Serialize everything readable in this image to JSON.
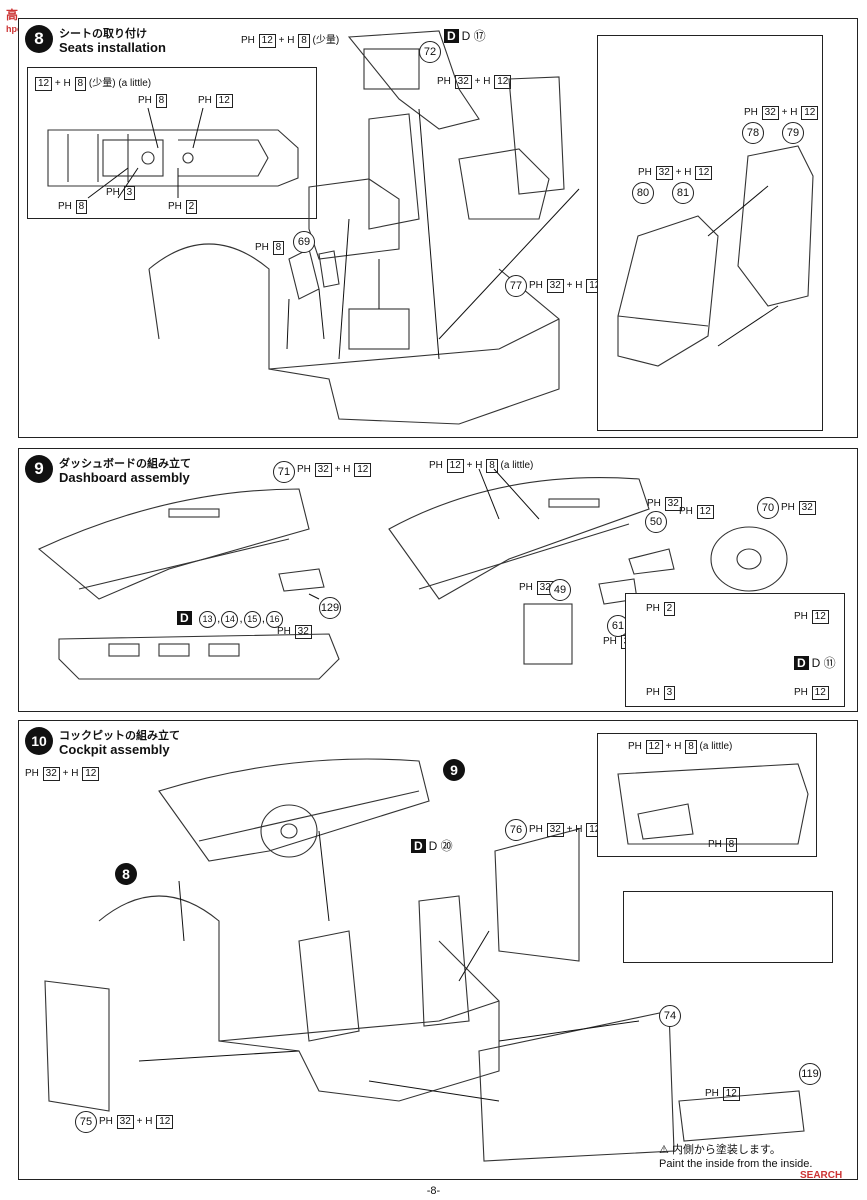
{
  "watermark": {
    "logo_text": "高",
    "site": "hpcc.com"
  },
  "step8": {
    "number": "8",
    "title_jp": "シートの取り付け",
    "title_en": "Seats installation",
    "labels": {
      "ph12h8": "12",
      "ph8": "8",
      "little_jp": "(少量)",
      "little_en": "(a little)",
      "ph3": "3",
      "ph2": "2",
      "ph32": "32",
      "h12": "12"
    },
    "parts": [
      "72",
      "69",
      "77",
      "78",
      "79",
      "80",
      "81"
    ],
    "decal": "D ⑰"
  },
  "step9": {
    "number": "9",
    "title_jp": "ダッシュボードの組み立て",
    "title_en": "Dashboard assembly",
    "parts": [
      "71",
      "129",
      "50",
      "70",
      "49",
      "61"
    ],
    "decal_main": "D",
    "decal_items": [
      "13",
      "14",
      "15",
      "16"
    ],
    "decal_wheel": "D ⑪"
  },
  "step10": {
    "number": "10",
    "title_jp": "コックピットの組み立て",
    "title_en": "Cockpit assembly",
    "parts": [
      "76",
      "74",
      "75",
      "119"
    ],
    "decal": "D ⑳",
    "ref8": "8",
    "ref9": "9",
    "note_jp": "内側から塗装します。",
    "note_en": "Paint the inside from the inside."
  },
  "footer": "-8-",
  "watermark_bottom": "SEARCH"
}
